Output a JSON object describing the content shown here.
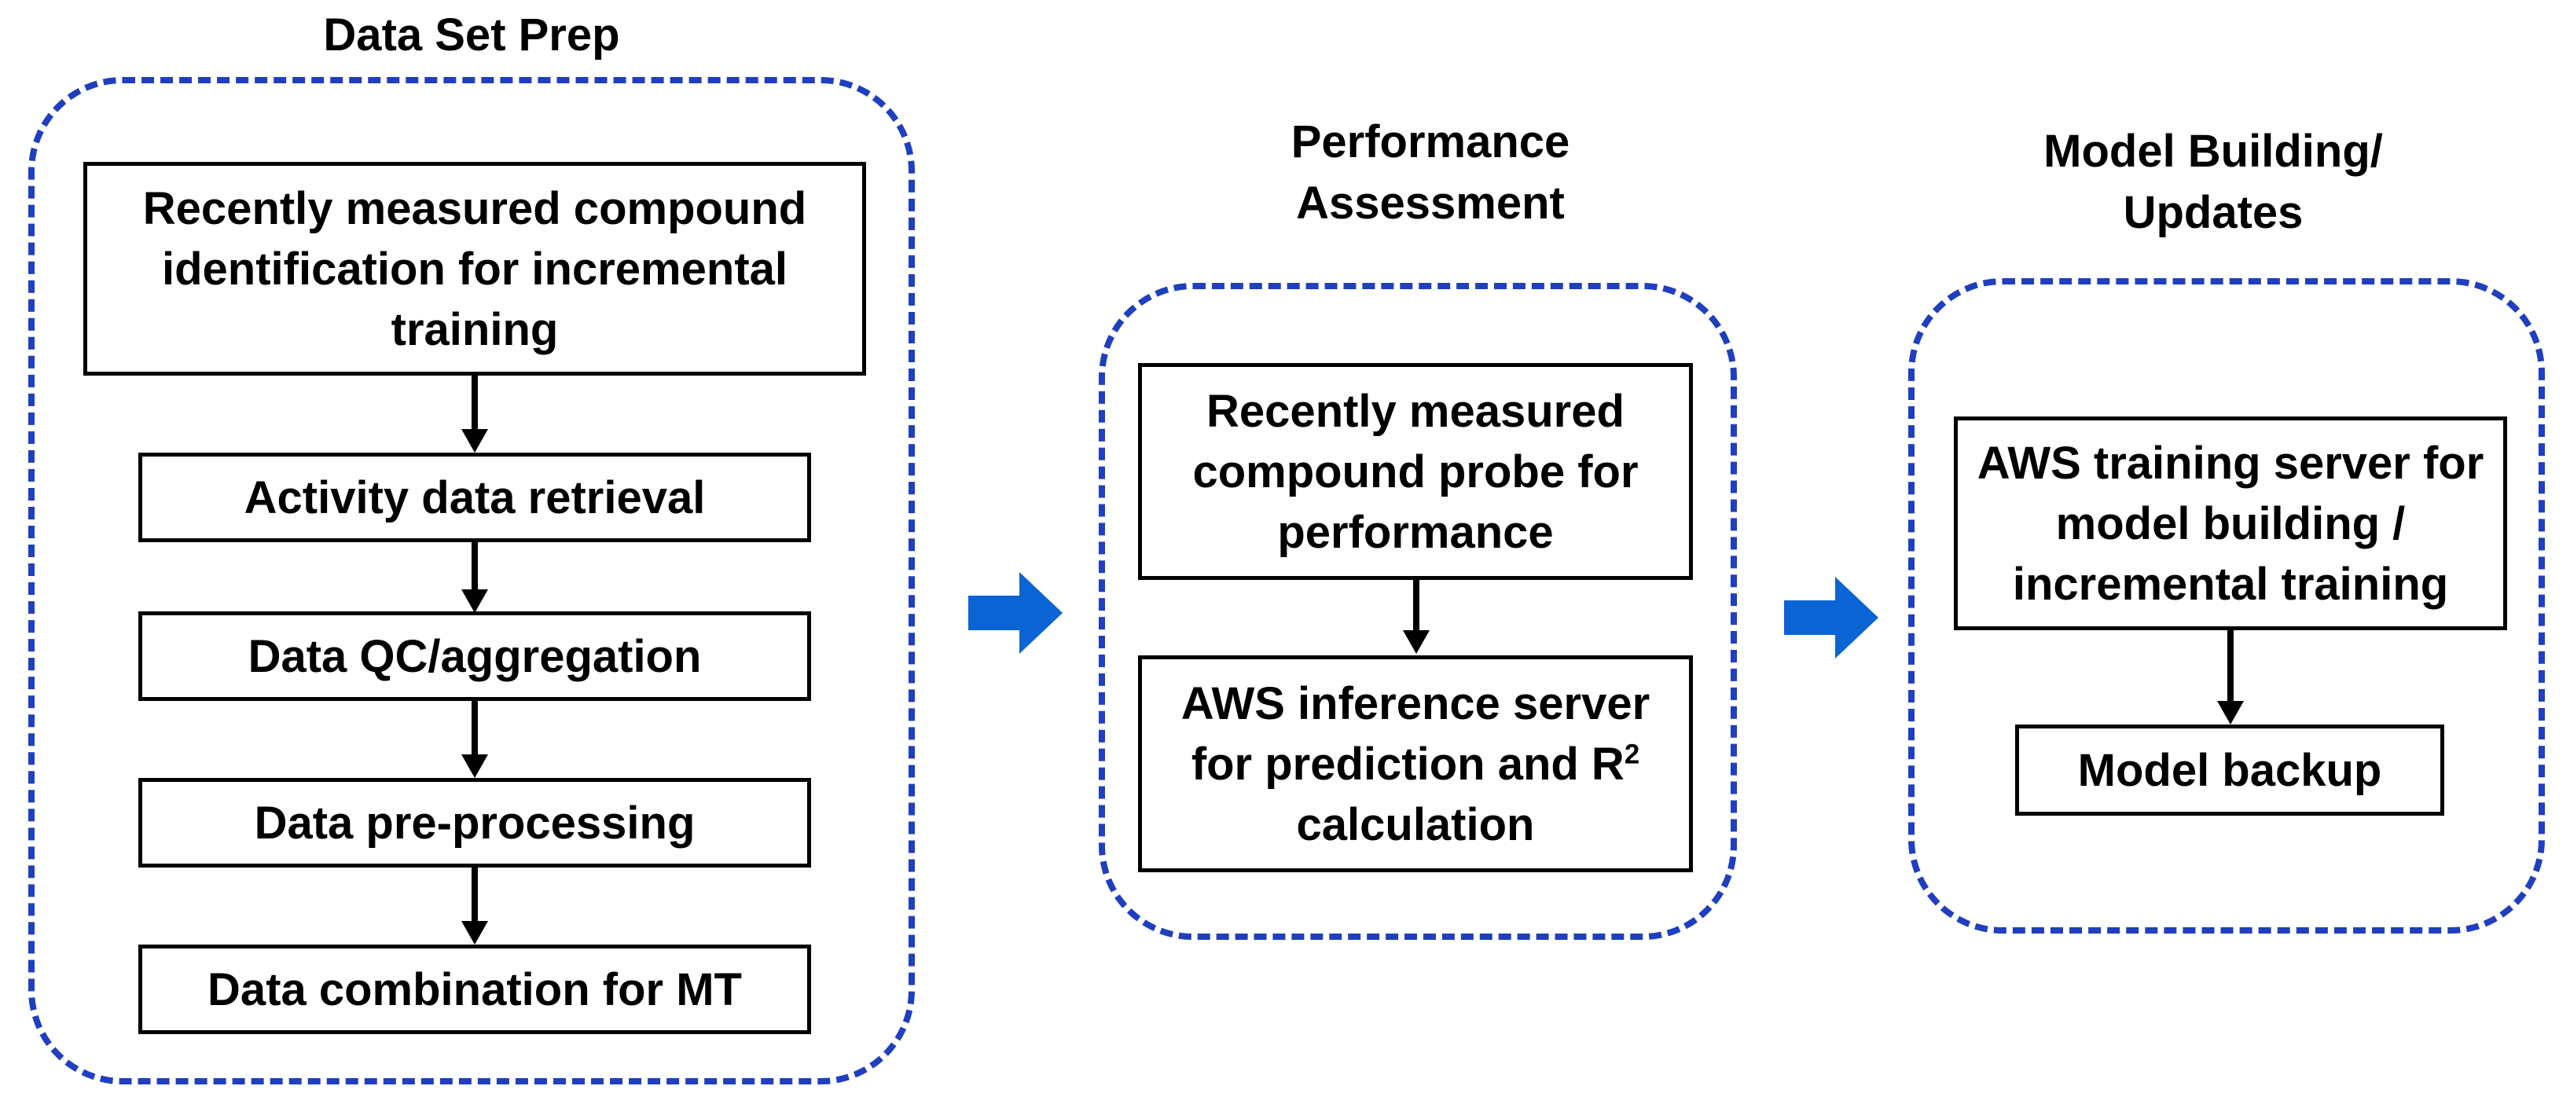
{
  "sections": {
    "dataset": {
      "title": "Data Set Prep",
      "steps": [
        "Recently measured compound identification for incremental training",
        "Activity data retrieval",
        "Data QC/aggregation",
        "Data pre-processing",
        "Data combination for MT"
      ]
    },
    "performance": {
      "title": "Performance Assessment",
      "steps": [
        "Recently measured compound probe for performance",
        "AWS inference server for prediction and R",
        "2",
        " calculation"
      ]
    },
    "model": {
      "title": "Model Building/ Updates",
      "steps": [
        "AWS training server for model building / incremental training",
        "Model backup"
      ]
    }
  },
  "colors": {
    "dashed_border": "#1f3fbf",
    "arrow_blue": "#0a64d4",
    "text": "#000000"
  }
}
